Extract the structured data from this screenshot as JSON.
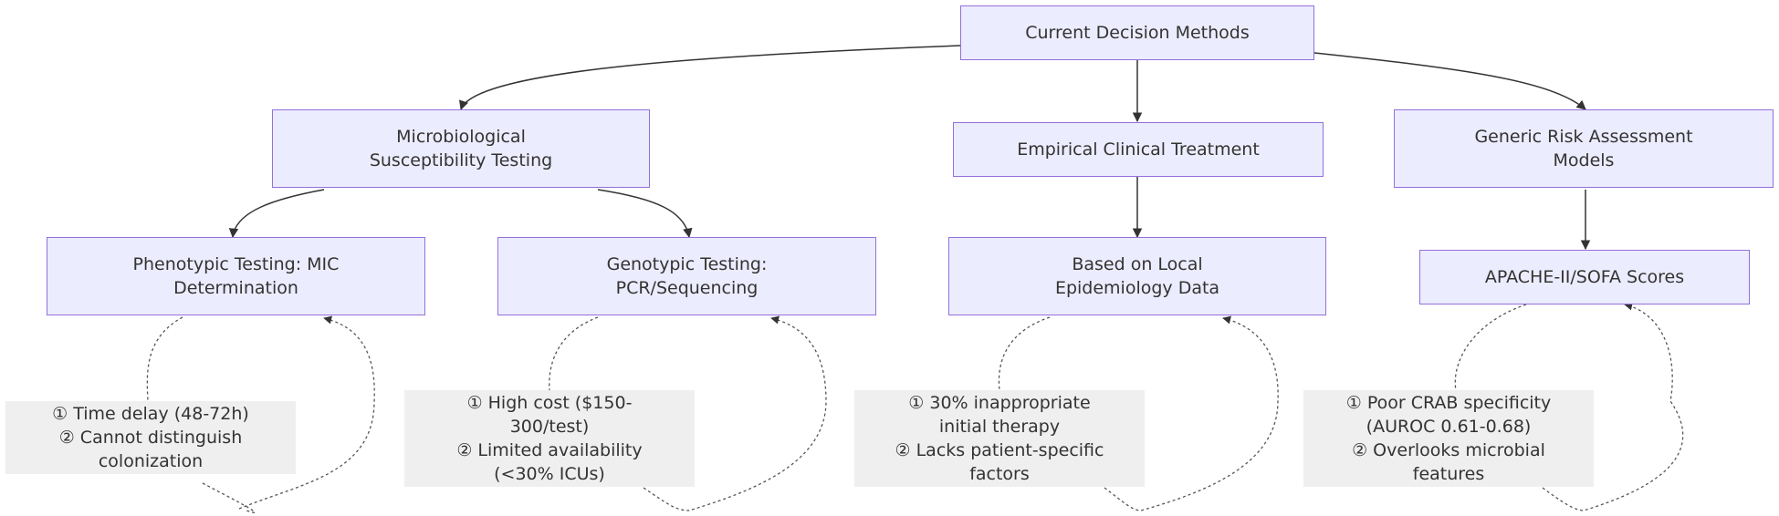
{
  "nodes": {
    "root": {
      "lines": [
        "Current Decision Methods"
      ]
    },
    "micro": {
      "lines": [
        "Microbiological",
        "Susceptibility Testing"
      ]
    },
    "empirical": {
      "lines": [
        "Empirical Clinical Treatment"
      ]
    },
    "generic": {
      "lines": [
        "Generic Risk Assessment",
        "Models"
      ]
    },
    "phenotypic": {
      "lines": [
        "Phenotypic Testing: MIC",
        "Determination"
      ]
    },
    "genotypic": {
      "lines": [
        "Genotypic Testing:",
        "PCR/Sequencing"
      ]
    },
    "local": {
      "lines": [
        "Based on Local",
        "Epidemiology Data"
      ]
    },
    "apache": {
      "lines": [
        "APACHE-II/SOFA Scores"
      ]
    }
  },
  "notes": {
    "phenotypic": {
      "lines": [
        "① Time delay (48-72h)",
        "② Cannot distinguish",
        "colonization"
      ]
    },
    "genotypic": {
      "lines": [
        "① High cost ($150-",
        "300/test)",
        "② Limited availability",
        "(<30% ICUs)"
      ]
    },
    "local": {
      "lines": [
        "① 30% inappropriate",
        "initial therapy",
        "② Lacks patient-specific",
        "factors"
      ]
    },
    "apache": {
      "lines": [
        "① Poor CRAB specificity",
        "(AUROC 0.61-0.68)",
        "② Overlooks microbial",
        "features"
      ]
    }
  },
  "colors": {
    "node_fill": "#ececff",
    "node_border": "#9370db",
    "note_fill": "#efefef",
    "edge": "#333333"
  }
}
